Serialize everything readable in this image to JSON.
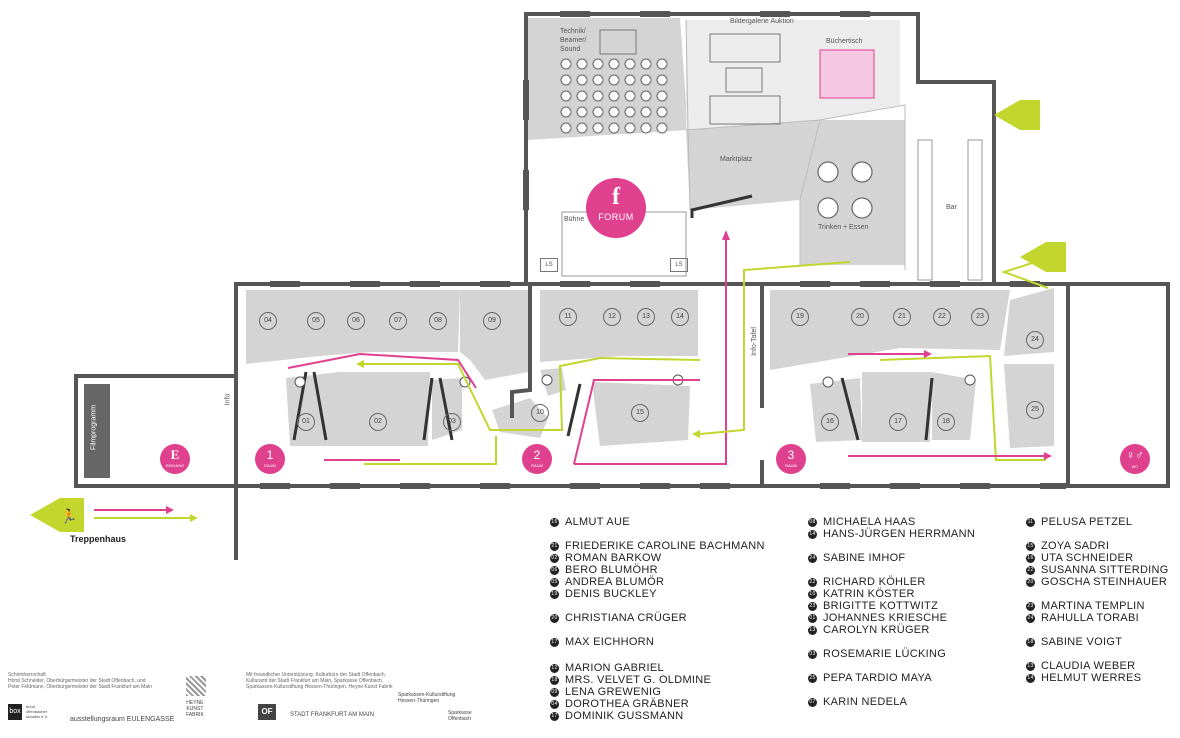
{
  "labels": {
    "technik": [
      "Technik/",
      "Beamer/",
      "Sound"
    ],
    "bildergalerie": "Bildergalerie Auktion",
    "buechertisch": "Büchertisch",
    "marktplatz": "Marktplatz",
    "buehne": "Bühne",
    "ls": "LS",
    "forum_icon": "f",
    "forum": "FORUM",
    "trinken": "Trinken + Essen",
    "bar": "Bar",
    "info": "Info",
    "info_tafel": "Info-Tafel",
    "filmprogramm": "Filmprogramm",
    "treppenhaus": "Treppenhaus",
    "eingang_icon": "E",
    "eingang": "EINGANG",
    "raum": "RAUM",
    "wc": "WC"
  },
  "rooms": [
    "1",
    "2",
    "3"
  ],
  "stands": [
    "01",
    "02",
    "03",
    "04",
    "05",
    "06",
    "07",
    "08",
    "09",
    "10",
    "11",
    "12",
    "13",
    "14",
    "15",
    "16",
    "17",
    "18",
    "19",
    "20",
    "21",
    "22",
    "23",
    "24",
    "25"
  ],
  "legend": [
    {
      "num": "16",
      "name": "ALMUT AUE"
    },
    {
      "num": "21",
      "name": "FRIEDERIKE CAROLINE BACHMANN"
    },
    {
      "num": "02",
      "name": "ROMAN BARKOW"
    },
    {
      "num": "06",
      "name": "BERO BLUMÖHR"
    },
    {
      "num": "05",
      "name": "ANDREA BLUMÖR"
    },
    {
      "num": "19",
      "name": "DENIS BUCKLEY"
    },
    {
      "num": "20",
      "name": "CHRISTIANA CRÜGER"
    },
    {
      "num": "17",
      "name": "MAX EICHHORN"
    },
    {
      "num": "12",
      "name": "MARION GABRIEL"
    },
    {
      "num": "18",
      "name": "MRS. VELVET G. OLDMINE"
    },
    {
      "num": "09",
      "name": "LENA GREWENIG"
    },
    {
      "num": "04",
      "name": "DOROTHEA GRÄBNER"
    },
    {
      "num": "17",
      "name": "DOMINIK GUSSMANN"
    },
    {
      "num": "08",
      "name": "MICHAELA HAAS"
    },
    {
      "num": "14",
      "name": "HANS-JÜRGEN HERRMANN"
    },
    {
      "num": "24",
      "name": "SABINE IMHOF"
    },
    {
      "num": "22",
      "name": "RICHARD KÖHLER"
    },
    {
      "num": "10",
      "name": "KATRIN KÖSTER"
    },
    {
      "num": "23",
      "name": "BRIGITTE KOTTWITZ"
    },
    {
      "num": "01",
      "name": "JOHANNES KRIESCHE"
    },
    {
      "num": "13",
      "name": "CAROLYN KRÜGER"
    },
    {
      "num": "03",
      "name": "ROSEMARIE LÜCKING"
    },
    {
      "num": "25",
      "name": "PEPA TARDIO MAYA"
    },
    {
      "num": "07",
      "name": "KARIN NEDELA"
    },
    {
      "num": "11",
      "name": "PELUSA PETZEL"
    },
    {
      "num": "15",
      "name": "ZOYA SADRI"
    },
    {
      "num": "16",
      "name": "UTA SCHNEIDER"
    },
    {
      "num": "22",
      "name": "SUSANNA SITTERDING"
    },
    {
      "num": "20",
      "name": "GOSCHA STEINHAUER"
    },
    {
      "num": "23",
      "name": "MARTINA TEMPLIN"
    },
    {
      "num": "24",
      "name": "RAHULLA TORABI"
    },
    {
      "num": "18",
      "name": "SABINE VOIGT"
    },
    {
      "num": "13",
      "name": "CLAUDIA WEBER"
    },
    {
      "num": "14",
      "name": "HELMUT WERRES"
    }
  ],
  "footer": {
    "schirmherrschaft": "Schirmherrschaft\nHorst Schneider, Oberbürgermeister der Stadt Offenbach, und\nPeter Feldmann, Oberbürgermeister der Stadt Frankfurt am Main",
    "unterstuetzung": "Mit freundlicher Unterstützung: Kulturbüro der Stadt Offenbach,\nKulturamt der Stadt Frankfurt am Main, Sparkasse Offenbach,\nSparkassen-Kulturstiftung Hessen-Thüringen, Heyne Kunst Fabrik",
    "box": "box",
    "bund": "bund\noffenbacher\nkünstler e.V.",
    "eulengasse": "ausstellungsraum EULENGASSE",
    "heyne": "HEYNE\nKUNST\nFABRIK",
    "of": "OF",
    "stadt": "STADT FRANKFURT AM MAIN",
    "sk_stiftung": "Sparkassen-Kulturstiftung\nHessen-Thüringen",
    "sparkasse": "Sparkasse\nOffenbach"
  },
  "colors": {
    "magenta": "#e0418f",
    "lime": "#c2d62e",
    "wall": "#555555",
    "stand": "#d5d5d5",
    "table": "#f5c7e0"
  }
}
